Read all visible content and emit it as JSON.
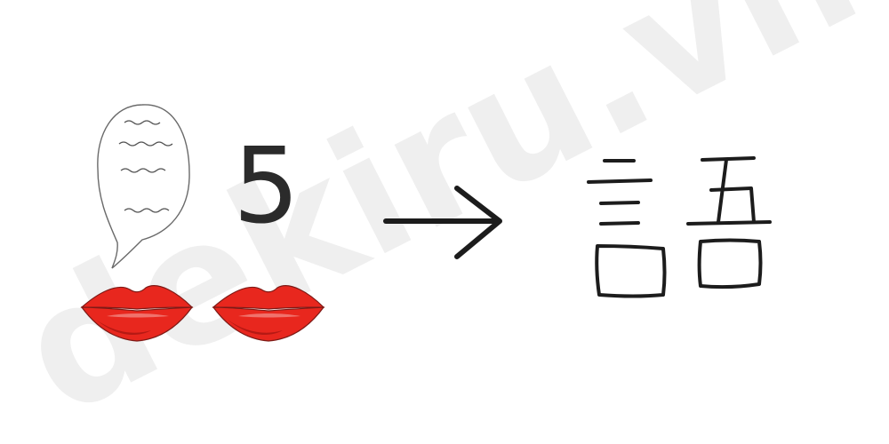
{
  "watermark": {
    "text": "dekiru.vn"
  },
  "numeral": {
    "text": "5"
  },
  "colors": {
    "lips": "#e8271e",
    "lip_shade": "#b51914",
    "ink": "#1c1c1c",
    "watermark": "#efefef"
  },
  "icons": {
    "speech_bubble": "speech-bubble-icon",
    "lips": "lips-icon",
    "arrow": "arrow-right-icon"
  },
  "result_character": {
    "text": "語",
    "components": [
      "言",
      "五",
      "口"
    ]
  }
}
